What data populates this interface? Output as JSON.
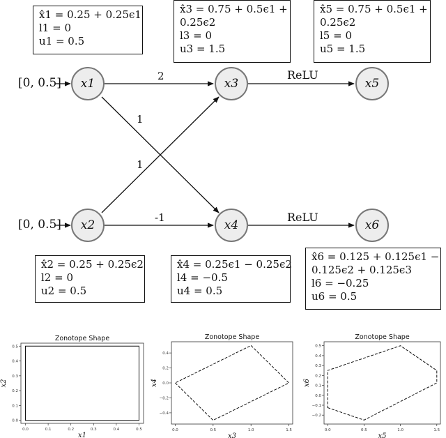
{
  "inputs": {
    "x1": "[0, 0.5]",
    "x2": "[0, 0.5]"
  },
  "nodes": {
    "x1": "x1",
    "x2": "x2",
    "x3": "x3",
    "x4": "x4",
    "x5": "x5",
    "x6": "x6"
  },
  "edges": {
    "x1_x3": "2",
    "x1_x4": "1",
    "x2_x3": "1",
    "x2_x4": "-1",
    "relu_top": "ReLU",
    "relu_bottom": "ReLU"
  },
  "boxes": {
    "x1": [
      "x̂1 = 0.25 + 0.25ϵ1",
      "l1 = 0",
      "u1 = 0.5"
    ],
    "x3": [
      "x̂3 = 0.75 + 0.5ϵ1 +",
      "0.25ϵ2",
      "l3 = 0",
      "u3 = 1.5"
    ],
    "x5": [
      "x̂5 = 0.75 + 0.5ϵ1 +",
      "0.25ϵ2",
      "l5 = 0",
      "u5 = 1.5"
    ],
    "x2": [
      "x̂2 = 0.25 + 0.25ϵ2",
      "l2 = 0",
      "u2 = 0.5"
    ],
    "x4": [
      "x̂4 = 0.25ϵ1 − 0.25ϵ2",
      "l4 = −0.5",
      "u4 = 0.5"
    ],
    "x6": [
      "x̂6 = 0.125 + 0.125ϵ1 −",
      "0.125ϵ2 + 0.125ϵ3",
      "l6 = −0.25",
      "u6 = 0.5"
    ]
  },
  "chart_data": [
    {
      "type": "line",
      "title": "Zonotope Shape",
      "xlabel": "x1",
      "ylabel": "x2",
      "xlim": [
        -0.02,
        0.52
      ],
      "ylim": [
        -0.02,
        0.52
      ],
      "xticks": [
        "0.0",
        "0.1",
        "0.2",
        "0.3",
        "0.4",
        "0.5"
      ],
      "yticks": [
        "0.0",
        "0.1",
        "0.2",
        "0.3",
        "0.4",
        "0.5"
      ],
      "xtick_values": [
        0,
        0.1,
        0.2,
        0.3,
        0.4,
        0.5
      ],
      "ytick_values": [
        0,
        0.1,
        0.2,
        0.3,
        0.4,
        0.5
      ],
      "polygon": [
        [
          0,
          0
        ],
        [
          0.5,
          0
        ],
        [
          0.5,
          0.5
        ],
        [
          0,
          0.5
        ]
      ]
    },
    {
      "type": "line",
      "title": "Zonotope Shape",
      "xlabel": "x3",
      "ylabel": "x4",
      "xlim": [
        -0.05,
        1.55
      ],
      "ylim": [
        -0.55,
        0.55
      ],
      "xticks": [
        "0.0",
        "0.5",
        "1.0",
        "1.5"
      ],
      "yticks": [
        "−0.4",
        "−0.2",
        "0.0",
        "0.2",
        "0.4"
      ],
      "xtick_values": [
        0,
        0.5,
        1.0,
        1.5
      ],
      "ytick_values": [
        -0.4,
        -0.2,
        0,
        0.2,
        0.4
      ],
      "polygon": [
        [
          0,
          0
        ],
        [
          0.5,
          -0.5
        ],
        [
          1.5,
          0
        ],
        [
          1.0,
          0.5
        ]
      ]
    },
    {
      "type": "line",
      "title": "Zonotope Shape",
      "xlabel": "x5",
      "ylabel": "x6",
      "xlim": [
        -0.05,
        1.55
      ],
      "ylim": [
        -0.29,
        0.54
      ],
      "xticks": [
        "0.0",
        "0.5",
        "1.0",
        "1.5"
      ],
      "yticks": [
        "−0.2",
        "−0.1",
        "0.0",
        "0.1",
        "0.2",
        "0.3",
        "0.4",
        "0.5"
      ],
      "xtick_values": [
        0,
        0.5,
        1.0,
        1.5
      ],
      "ytick_values": [
        -0.2,
        -0.1,
        0,
        0.1,
        0.2,
        0.3,
        0.4,
        0.5
      ],
      "polygon": [
        [
          0,
          -0.125
        ],
        [
          0.5,
          -0.25
        ],
        [
          1.5,
          0.125
        ],
        [
          1.5,
          0.25
        ],
        [
          1.0,
          0.5
        ],
        [
          0,
          0.25
        ]
      ]
    }
  ]
}
